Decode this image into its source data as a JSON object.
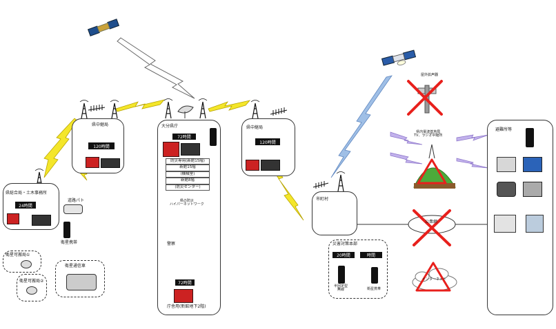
{
  "nodes": {
    "prefecture_hq": {
      "title": "大分県庁",
      "battery_label": "72時間",
      "disaster_network": [
        "防災専用(新館15階)",
        "新館15階",
        "(機械室)",
        "新館8階",
        "(防災センター)"
      ],
      "prefecture_network": "県の防災\nハイパーネットワーク",
      "police_label": "警察",
      "generator_time": "72時間",
      "generator_label": "庁舎用(新館地下2階)"
    },
    "north_relay": {
      "title": "県中継局",
      "battery_label": "120時間"
    },
    "south_relay": {
      "title": "県中継局",
      "battery_label": "120時間"
    },
    "public_works": {
      "title": "県総合局・土木事務所",
      "battery_label": "24時間"
    },
    "municipality": {
      "title": "市町村"
    },
    "disaster_hq": {
      "title": "災害対策本部",
      "radio_time": "20時間",
      "phone_time": "時間",
      "radio_label": "半固定型\n無線",
      "phone_label": "衛星携帯"
    },
    "shelter": {
      "title": "避難所等"
    }
  },
  "standalone_labels": {
    "patrol_car": "道路パト",
    "sat_phone_left": "衛星携帯",
    "sat_phone_hq": "衛星携帯",
    "portable_station_1": "衛星可搬局①",
    "portable_station_2": "衛星可搬局②",
    "satellite_vehicle": "衛星通信車",
    "outdoor_speaker": "屋外拡声器",
    "broadcast": "県内電波基地局\nTV、ラジオ中継所",
    "public_network": "公衆網",
    "internet": "インターネット"
  },
  "colors": {
    "cross": "#e8201c",
    "triangle": "#e8201c",
    "bolt_yellow": "#f4e62a",
    "bolt_outline": "#b8a400",
    "bolt_blue": "#7fa8d8",
    "bolt_purple": "#a68fd6",
    "bolt_gray": "#666666",
    "mountain": "#4caa3a"
  }
}
